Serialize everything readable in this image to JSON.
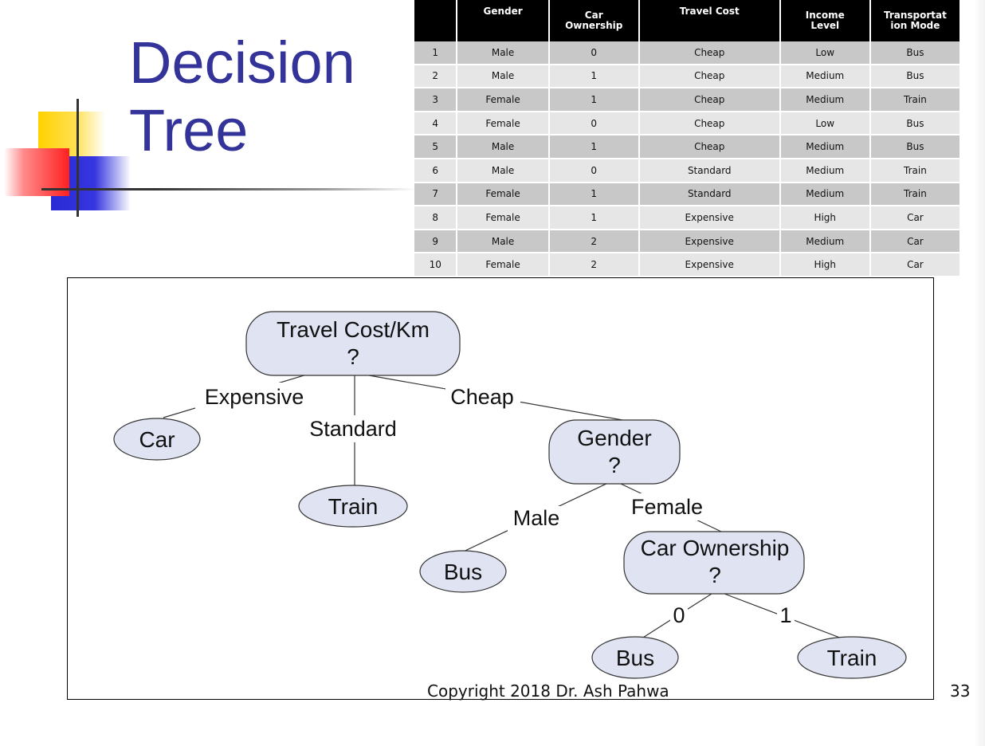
{
  "slide": {
    "title_line1": "Decision",
    "title_line2": "Tree",
    "footer": "Copyright 2018 Dr. Ash Pahwa",
    "page_number": "33"
  },
  "table": {
    "headers": [
      "",
      "Gender",
      "Car Ownership",
      "Travel Cost",
      "Income Level",
      "Transportation Mode"
    ],
    "header_lines": [
      [
        ""
      ],
      [
        "Gender"
      ],
      [
        "Car",
        "Ownership"
      ],
      [
        "Travel Cost"
      ],
      [
        "Income",
        "Level"
      ],
      [
        "Transportat",
        "ion Mode"
      ]
    ],
    "rows": [
      [
        "1",
        "Male",
        "0",
        "Cheap",
        "Low",
        "Bus"
      ],
      [
        "2",
        "Male",
        "1",
        "Cheap",
        "Medium",
        "Bus"
      ],
      [
        "3",
        "Female",
        "1",
        "Cheap",
        "Medium",
        "Train"
      ],
      [
        "4",
        "Female",
        "0",
        "Cheap",
        "Low",
        "Bus"
      ],
      [
        "5",
        "Male",
        "1",
        "Cheap",
        "Medium",
        "Bus"
      ],
      [
        "6",
        "Male",
        "0",
        "Standard",
        "Medium",
        "Train"
      ],
      [
        "7",
        "Female",
        "1",
        "Standard",
        "Medium",
        "Train"
      ],
      [
        "8",
        "Female",
        "1",
        "Expensive",
        "High",
        "Car"
      ],
      [
        "9",
        "Male",
        "2",
        "Expensive",
        "Medium",
        "Car"
      ],
      [
        "10",
        "Female",
        "2",
        "Expensive",
        "High",
        "Car"
      ]
    ]
  },
  "tree": {
    "nodes": {
      "root": [
        "Travel Cost/Km",
        "?"
      ],
      "car": [
        "Car"
      ],
      "train_std": [
        "Train"
      ],
      "gender": [
        "Gender",
        "?"
      ],
      "bus_male": [
        "Bus"
      ],
      "carown": [
        "Car Ownership",
        "?"
      ],
      "bus_0": [
        "Bus"
      ],
      "train_1": [
        "Train"
      ]
    },
    "edges": {
      "expensive": "Expensive",
      "standard": "Standard",
      "cheap": "Cheap",
      "male": "Male",
      "female": "Female",
      "zero": "0",
      "one": "1"
    }
  },
  "colors": {
    "title": "#333399",
    "node_fill": "#dfe3f2",
    "header_bg": "#000000",
    "row_dark": "#c8c8c8",
    "row_light": "#e6e6e6"
  }
}
